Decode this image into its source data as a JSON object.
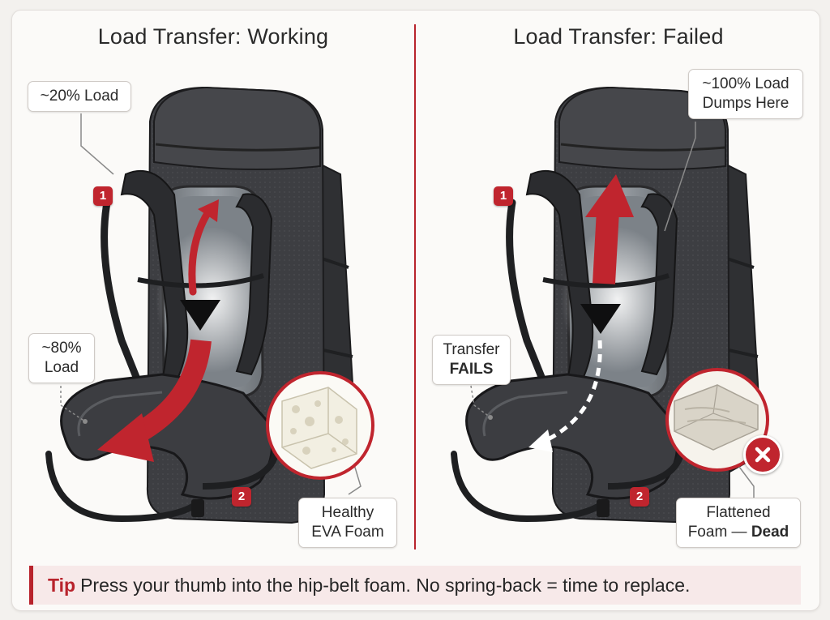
{
  "left_panel": {
    "title": "Load Transfer: Working",
    "callout_top": "~20% Load",
    "callout_mid_line1": "~80%",
    "callout_mid_line2": "Load",
    "callout_foam_line1": "Healthy",
    "callout_foam_line2": "EVA Foam",
    "badge_1": "1",
    "badge_2": "2"
  },
  "right_panel": {
    "title": "Load Transfer: Failed",
    "callout_top_line1": "~100% Load",
    "callout_top_line2": "Dumps Here",
    "callout_mid_line1": "Transfer",
    "callout_mid_line2": "FAILS",
    "callout_foam_line1": "Flattened",
    "callout_foam_line2_prefix": "Foam — ",
    "callout_foam_line2_bold": "Dead",
    "badge_1": "1",
    "badge_2": "2",
    "fail_icon": "x-mark-icon"
  },
  "tip": {
    "label": "Tip",
    "text": "Press your thumb into the hip-belt foam. No spring-back = time to replace."
  },
  "colors": {
    "accent_red": "#c0252e",
    "pack_dark": "#3a3b3e",
    "pack_mid": "#55575b",
    "frame_silver": "#b9c0c6",
    "foam_healthy": "#f2efe2",
    "foam_dead": "#d9d4c8"
  }
}
